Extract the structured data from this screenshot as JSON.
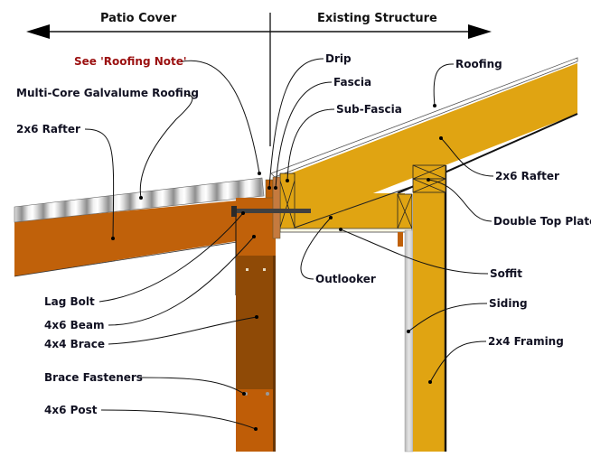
{
  "diagram": {
    "title_left": "Patio Cover",
    "title_right": "Existing Structure",
    "colors": {
      "patio_wood": "#c0610a",
      "post_upper": "#8f4a06",
      "post_lower": "#bf5d07",
      "existing_wood": "#e0a412",
      "siding": "#d0d0d0",
      "bolt": "#404040",
      "note_red": "#9b1010"
    },
    "labels": {
      "roofing_note": "See 'Roofing Note'",
      "galvalume": "Multi-Core Galvalume Roofing",
      "patio_rafter": "2x6 Rafter",
      "lag_bolt": "Lag Bolt",
      "beam": "4x6 Beam",
      "brace": "4x4 Brace",
      "brace_fasteners": "Brace Fasteners",
      "post": "4x6 Post",
      "drip": "Drip",
      "fascia": "Fascia",
      "sub_fascia": "Sub-Fascia",
      "roofing": "Roofing",
      "existing_rafter": "2x6 Rafter",
      "double_top_plate": "Double Top Plate",
      "outlooker": "Outlooker",
      "soffit": "Soffit",
      "siding": "Siding",
      "framing": "2x4 Framing"
    }
  }
}
